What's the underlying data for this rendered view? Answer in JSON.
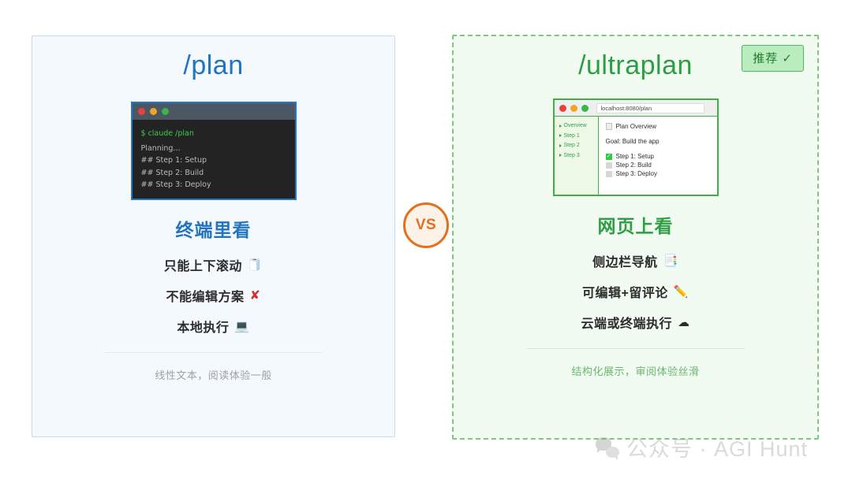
{
  "colors": {
    "blue_accent": "#2273c0",
    "green_accent": "#2e9e45",
    "orange_accent": "#e2701f",
    "red_x": "#d92b2b",
    "panel_left_bg": "#f4f9fd",
    "panel_left_border": "#c3d9ef",
    "panel_right_bg": "#f2fbf1",
    "panel_right_border": "#7dc77f",
    "badge_bg": "#b9ecbe",
    "badge_border": "#4fb95c"
  },
  "left_panel": {
    "title": "/plan",
    "subtitle": "终端里看",
    "terminal": {
      "window_dots": [
        "red-dot",
        "yellow-dot",
        "green-dot"
      ],
      "prompt_line": "$ claude /plan",
      "output_lines": [
        "Planning...",
        "## Step 1: Setup",
        "## Step 2: Build",
        "## Step 3: Deploy"
      ]
    },
    "features": [
      {
        "text": "只能上下滚动",
        "emoji": "🧻",
        "emoji_name": "scroll-icon"
      },
      {
        "text": "不能编辑方案",
        "emoji": "✘",
        "emoji_name": "cross-mark-icon"
      },
      {
        "text": "本地执行",
        "emoji": "💻",
        "emoji_name": "laptop-icon"
      }
    ],
    "caption": "线性文本，阅读体验一般"
  },
  "right_panel": {
    "title": "/ultraplan",
    "subtitle": "网页上看",
    "badge": "推荐 ✓",
    "browser": {
      "window_dots": [
        "red-dot",
        "yellow-dot",
        "green-dot"
      ],
      "url": "localhost:8080/plan",
      "sidebar_items": [
        "Overview",
        "Step 1",
        "Step 2",
        "Step 3"
      ],
      "doc_title": "Plan Overview",
      "doc_goal": "Goal: Build the app",
      "checklist": [
        {
          "label": "Step 1: Setup",
          "checked": true
        },
        {
          "label": "Step 2: Build",
          "checked": false
        },
        {
          "label": "Step 3: Deploy",
          "checked": false
        }
      ],
      "check_glyph": "✓"
    },
    "features": [
      {
        "text": "侧边栏导航",
        "emoji": "📑",
        "emoji_name": "sidebar-doc-icon"
      },
      {
        "text": "可编辑+留评论",
        "emoji": "✏️",
        "emoji_name": "pencil-icon"
      },
      {
        "text": "云端或终端执行",
        "emoji": "☁",
        "emoji_name": "cloud-icon"
      }
    ],
    "caption": "结构化展示，审阅体验丝滑"
  },
  "vs_badge": {
    "label": "VS"
  },
  "watermark": {
    "text": "公众号 · AGI Hunt",
    "icon": "wechat-icon"
  }
}
